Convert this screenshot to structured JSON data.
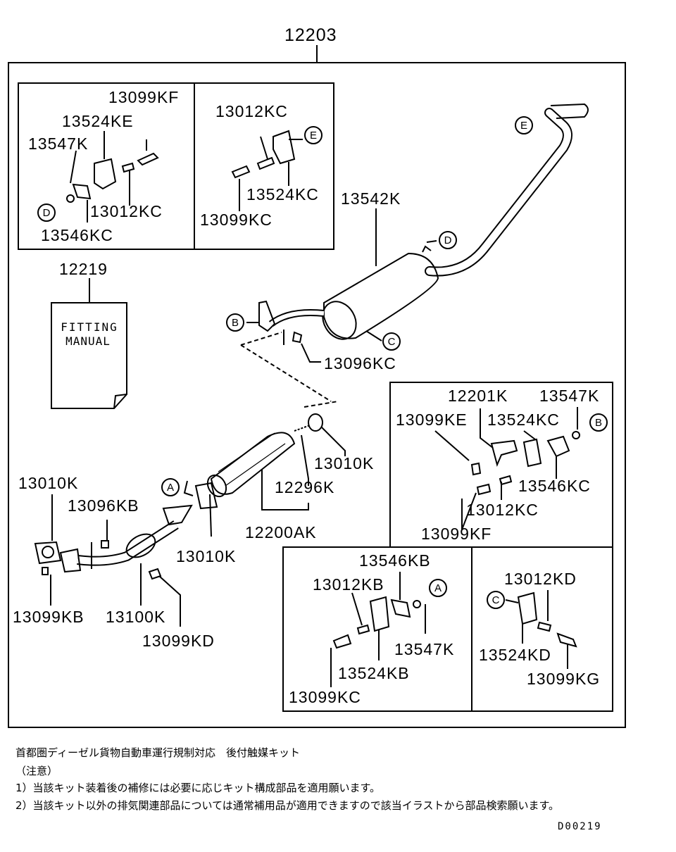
{
  "title_part": "12203",
  "manual": {
    "part": "12219",
    "line1": "FITTING",
    "line2": "MANUAL"
  },
  "callouts": {
    "a": "A",
    "b": "B",
    "c": "C",
    "d": "D",
    "e": "E"
  },
  "boxes": {
    "top_left": {
      "p1": "13099KF",
      "p2": "13524KE",
      "p3": "13547K",
      "p4": "13012KC",
      "p5": "13546KC"
    },
    "top_mid": {
      "p1": "13012KC",
      "p2": "13524KC",
      "p3": "13099KC"
    },
    "right_top": {
      "p1": "12201K",
      "p2": "13547K",
      "p3": "13099KE",
      "p4": "13524KC",
      "p5": "13546KC",
      "p6": "13012KC",
      "p7": "13099KF"
    },
    "bottom_mid": {
      "p1": "13546KB",
      "p2": "13012KB",
      "p3": "13547K",
      "p4": "13524KB",
      "p5": "13099KC"
    },
    "bottom_right": {
      "p1": "13012KD",
      "p2": "13524KD",
      "p3": "13099KG"
    }
  },
  "main": {
    "muffler": "13542K",
    "nut_b": "13096KC",
    "gasket_1": "13010K",
    "bolt_cat": "12296K",
    "catalyst": "12200AK",
    "gasket_2": "13010K",
    "gasket_3": "13010K",
    "nut_front": "13096KB",
    "bolt_front": "13099KB",
    "front_pipe": "13100K",
    "bolt_pipe": "13099KD"
  },
  "notes": {
    "heading": "首都圏ディーゼル貨物自動車運行規制対応　後付触媒キット",
    "caution": "（注意）",
    "line1": "1）当該キット装着後の補修には必要に応じキット構成部品を適用願います。",
    "line2": "2）当該キット以外の排気関連部品については通常補用品が適用できますので該当イラストから部品検索願います。"
  },
  "footer_code": "D00219"
}
